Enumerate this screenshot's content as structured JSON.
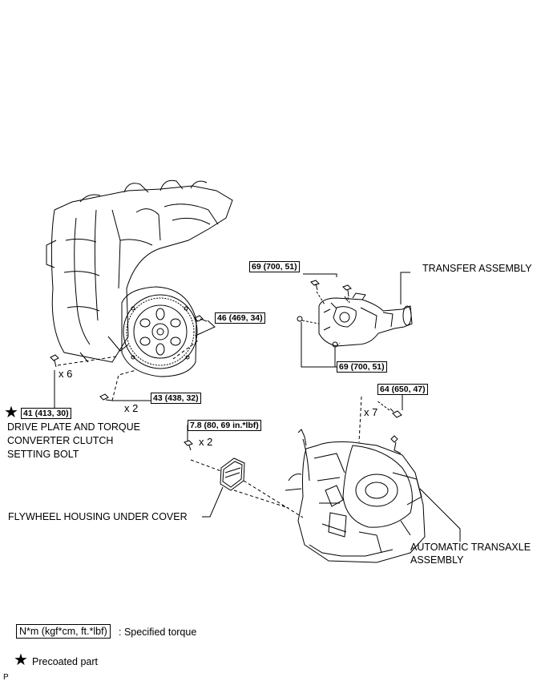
{
  "labels": {
    "transfer": "TRANSFER ASSEMBLY",
    "drive_plate": [
      "DRIVE PLATE AND TORQUE",
      "CONVERTER CLUTCH",
      "SETTING BOLT"
    ],
    "flywheel_cover": "FLYWHEEL HOUSING UNDER COVER",
    "transaxle": [
      "AUTOMATIC TRANSAXLE",
      "ASSEMBLY"
    ]
  },
  "torques": {
    "t46": "46 (469, 34)",
    "t41": "41 (413, 30)",
    "t43": "43 (438, 32)",
    "t69a": "69 (700, 51)",
    "t69b": "69 (700, 51)",
    "t64": "64 (650, 47)",
    "t78": "7.8 (80, 69 in.*lbf)"
  },
  "quantities": {
    "q6": "x 6",
    "q2a": "x 2",
    "q7": "x 7",
    "q2b": "x 2"
  },
  "legend": {
    "box_text": "N*m (kgf*cm, ft.*lbf)",
    "specified": ": Specified torque",
    "precoated": "Precoated part"
  },
  "corner_mark": "P"
}
